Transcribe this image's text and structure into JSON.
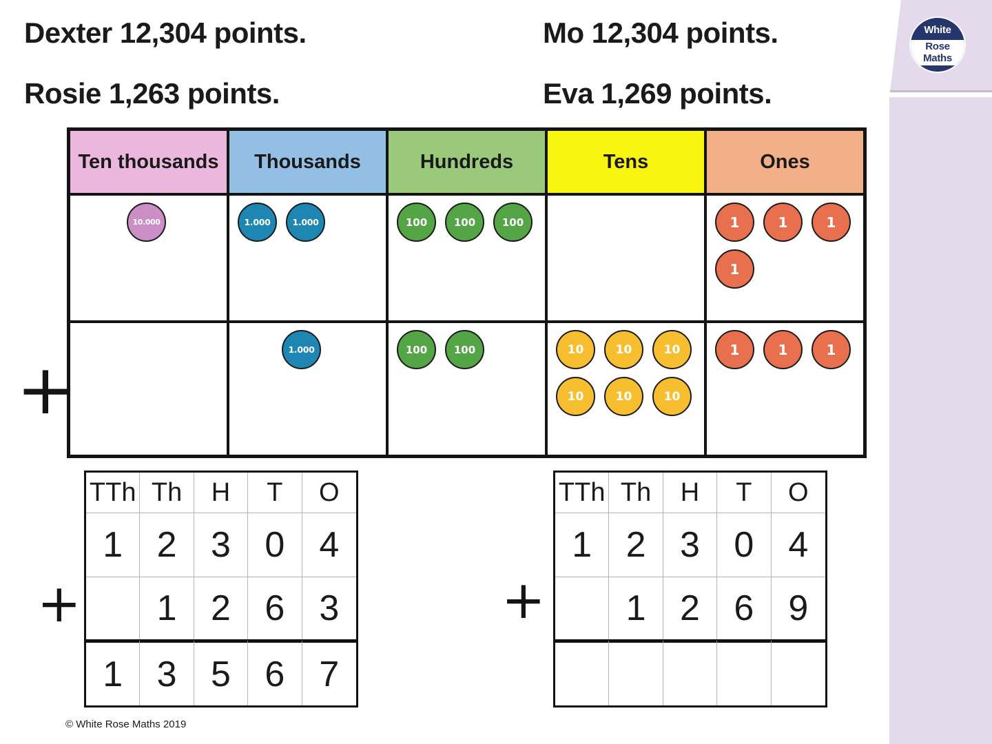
{
  "titles": {
    "left": [
      "Dexter 12,304 points.",
      "Rosie 1,263 points."
    ],
    "right": [
      "Mo 12,304 points.",
      "Eva 1,269 points."
    ]
  },
  "logo": {
    "lines": [
      "White",
      "Rose",
      "Maths"
    ],
    "navy": "#26356B",
    "band_color": "#E5DAEC"
  },
  "place_value_chart": {
    "plus_sign": "+",
    "columns": [
      {
        "label": "Ten thousands",
        "header_color": "#EBB7DD",
        "counter_color": "#CB8EC6",
        "counter_label": "10.000"
      },
      {
        "label": "Thousands",
        "header_color": "#94BFE4",
        "counter_color": "#1D86B3",
        "counter_label": "1.000"
      },
      {
        "label": "Hundreds",
        "header_color": "#9AC97C",
        "counter_color": "#53A546",
        "counter_label": "100"
      },
      {
        "label": "Tens",
        "header_color": "#F8F60F",
        "counter_color": "#F7BE2F",
        "counter_label": "10"
      },
      {
        "label": "Ones",
        "header_color": "#F2AF88",
        "counter_color": "#E9704E",
        "counter_label": "1"
      }
    ],
    "rows": [
      {
        "name": "row-12304",
        "counts": [
          1,
          2,
          3,
          0,
          4
        ]
      },
      {
        "name": "row-1263",
        "counts": [
          0,
          1,
          2,
          6,
          3
        ]
      }
    ]
  },
  "addition_tables": [
    {
      "plus": "+",
      "headers": [
        "TTh",
        "Th",
        "H",
        "T",
        "O"
      ],
      "rows": [
        [
          "1",
          "2",
          "3",
          "0",
          "4"
        ],
        [
          "",
          "1",
          "2",
          "6",
          "3"
        ]
      ],
      "answer": [
        "1",
        "3",
        "5",
        "6",
        "7"
      ]
    },
    {
      "plus": "+",
      "headers": [
        "TTh",
        "Th",
        "H",
        "T",
        "O"
      ],
      "rows": [
        [
          "1",
          "2",
          "3",
          "0",
          "4"
        ],
        [
          "",
          "1",
          "2",
          "6",
          "9"
        ]
      ],
      "answer": [
        "",
        "",
        "",
        "",
        ""
      ]
    }
  ],
  "footer": {
    "copyright": "© White Rose Maths 2019"
  }
}
